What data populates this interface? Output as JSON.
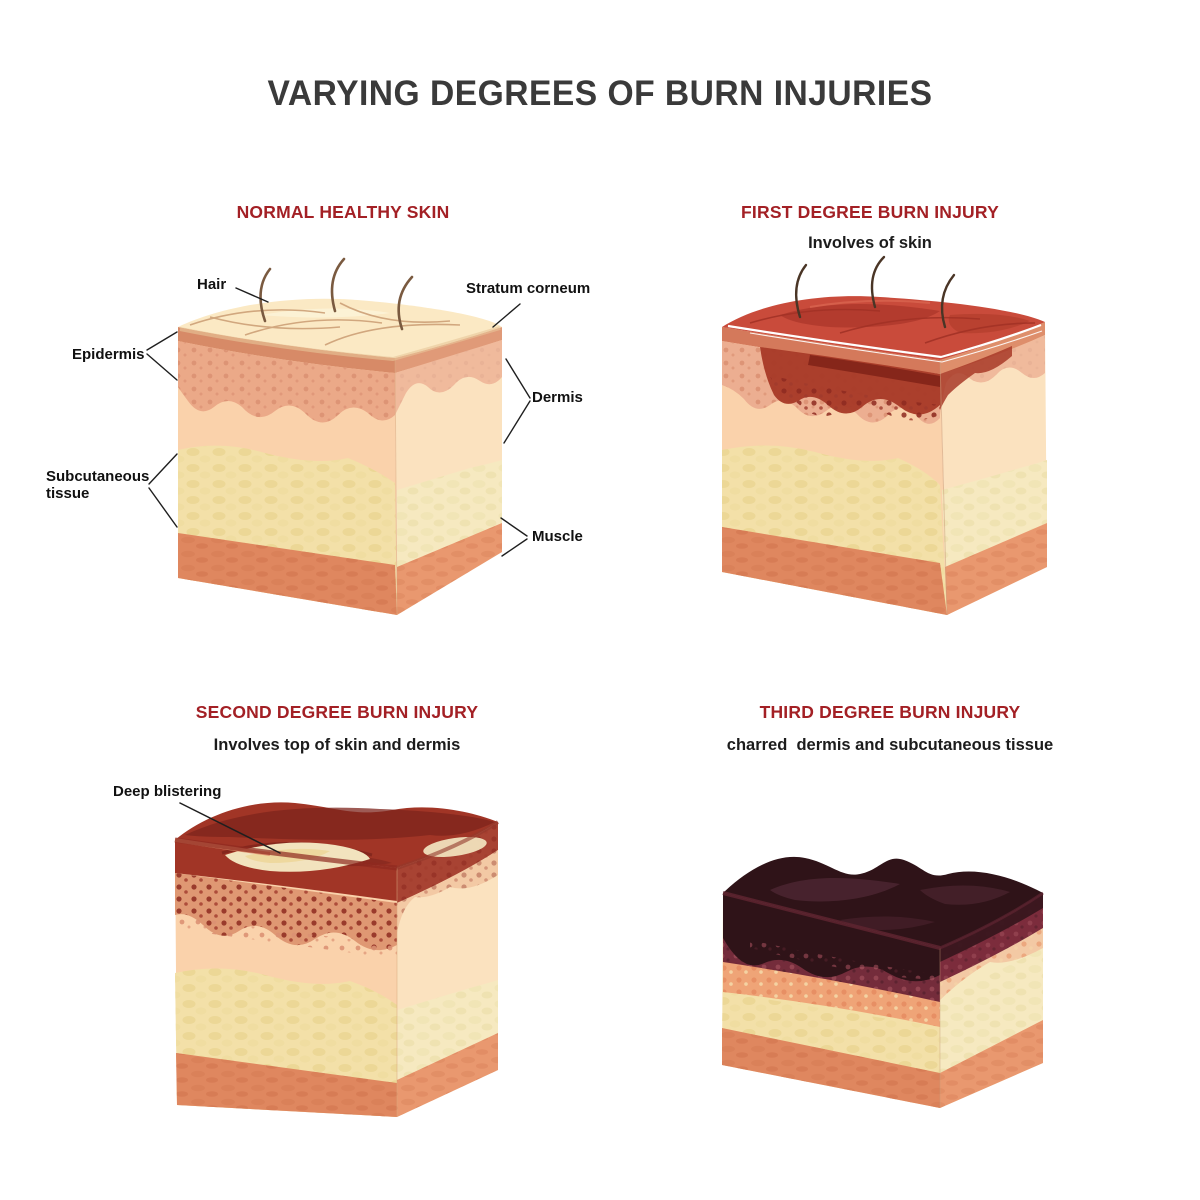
{
  "title": "VARYING DEGREES OF BURN INJURIES",
  "palette": {
    "title_color": "#3a3a3a",
    "heading_red": "#a32025",
    "label_text": "#111111",
    "skin_top_cream": "#fbe9c4",
    "stratum_corneum": "#d78a67",
    "stratum_side": "#e09a78",
    "epidermis": "#eba988",
    "epidermis_side": "#f0ba9c",
    "dermis": "#fad2ab",
    "dermis_side": "#fbe2bf",
    "subcutaneous": "#f3e0a8",
    "subcutaneous_side": "#f6e9c0",
    "muscle": "#df875f",
    "muscle_side": "#e9986f",
    "hair_brown": "#7a5a40",
    "burn_surface_red": "#c94b3b",
    "burn_red": "#a83a28",
    "burn_maroon": "#822318",
    "deep_burn_surface": "#a13526",
    "deep_burn_ridge": "#7e241c",
    "blister_cream": "#f2e3be",
    "char_black": "#2f1318",
    "char_patch": "#4a2530",
    "char_maroon": "#6e2436",
    "char_orange": "#efa477"
  },
  "panels": {
    "normal": {
      "heading": "NORMAL HEALTHY SKIN",
      "labels": {
        "hair": "Hair",
        "stratum_corneum": "Stratum corneum",
        "epidermis": "Epidermis",
        "dermis": "Dermis",
        "subcutaneous": "Subcutaneous tissue",
        "muscle": "Muscle"
      }
    },
    "first": {
      "heading": "FIRST DEGREE BURN INJURY",
      "subtitle": "Involves of skin"
    },
    "second": {
      "heading": "SECOND DEGREE BURN INJURY",
      "subtitle": "Involves top of skin and dermis",
      "labels": {
        "deep_blistering": "Deep blistering"
      }
    },
    "third": {
      "heading": "THIRD DEGREE BURN INJURY",
      "subtitle": "charred  dermis and subcutaneous tissue"
    }
  }
}
